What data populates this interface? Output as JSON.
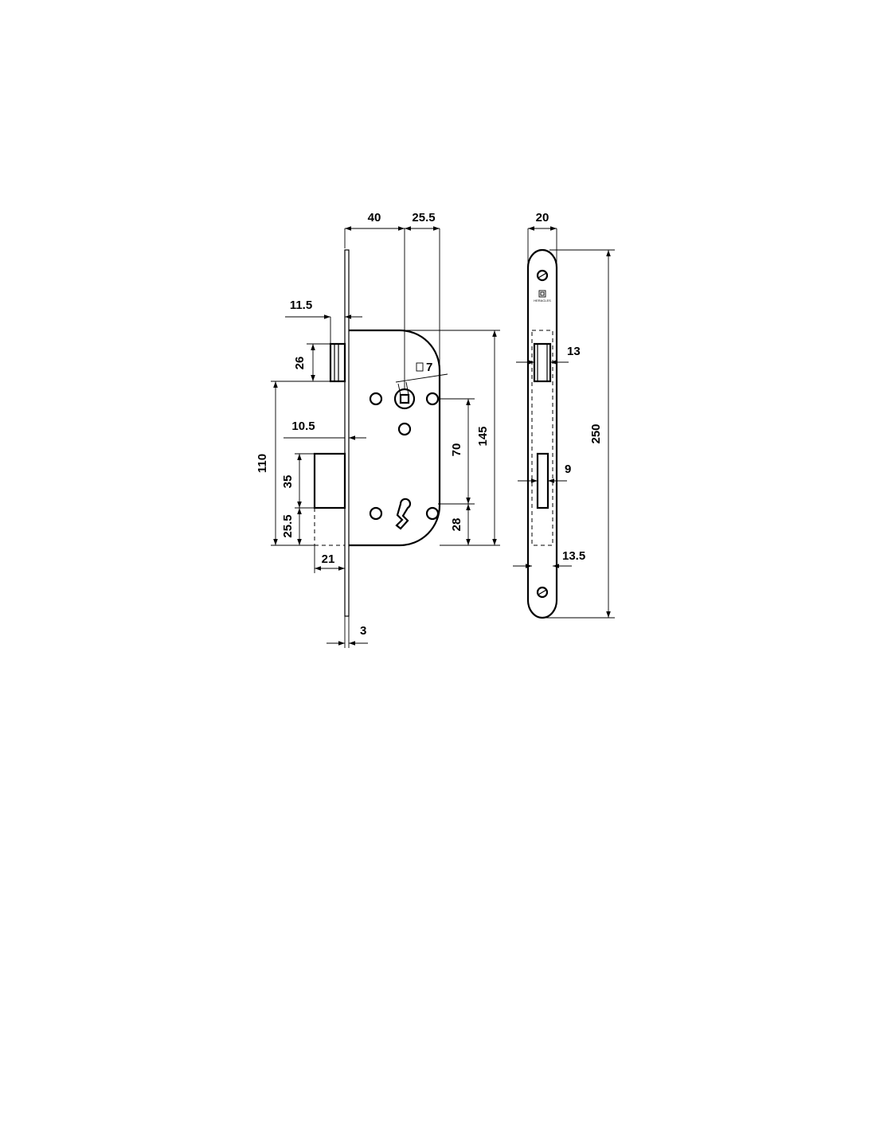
{
  "drawing": {
    "side_view": {
      "dim_backset": "40",
      "dim_spindle_offset": "25.5",
      "dim_latch_projection": "11.5",
      "dim_latch_height": "26",
      "dim_square_spindle": "7",
      "dim_deadbolt_projection": "10.5",
      "dim_height_110": "110",
      "dim_deadbolt_height": "35",
      "dim_lower_25_5": "25.5",
      "dim_spindle_distance": "70",
      "dim_case_height": "145",
      "dim_lower_28": "28",
      "dim_bolt_depth": "21",
      "dim_faceplate_thickness": "3"
    },
    "front_view": {
      "dim_faceplate_width": "20",
      "dim_latch_width": "13",
      "dim_deadbolt_width": "9",
      "dim_case_width": "13.5",
      "dim_faceplate_length": "250",
      "brand_mark": "HERACLES"
    }
  }
}
